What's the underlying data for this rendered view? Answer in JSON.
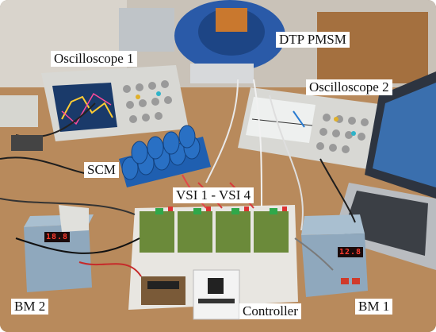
{
  "labels": {
    "oscilloscope_1": "Oscilloscope 1",
    "dtp_pmsm": "DTP PMSM",
    "oscilloscope_2": "Oscilloscope 2",
    "scm": "SCM",
    "vsi": "VSI 1 - VSI 4",
    "bm_2": "BM 2",
    "controller": "Controller",
    "bm_1": "BM 1"
  },
  "displays": {
    "bm_2_reading": "18.8",
    "bm_1_reading": "12.8"
  },
  "colors": {
    "table_wood": "#b88a5c",
    "motor_blue": "#2a5aa8",
    "scm_capacitor_blue": "#1f5fb0",
    "oscilloscope_body": "#d8d8d4",
    "battery_module": "#8fa8bd",
    "pcb_board": "#6b8a3a",
    "lcd_red": "#ff3b2f"
  }
}
